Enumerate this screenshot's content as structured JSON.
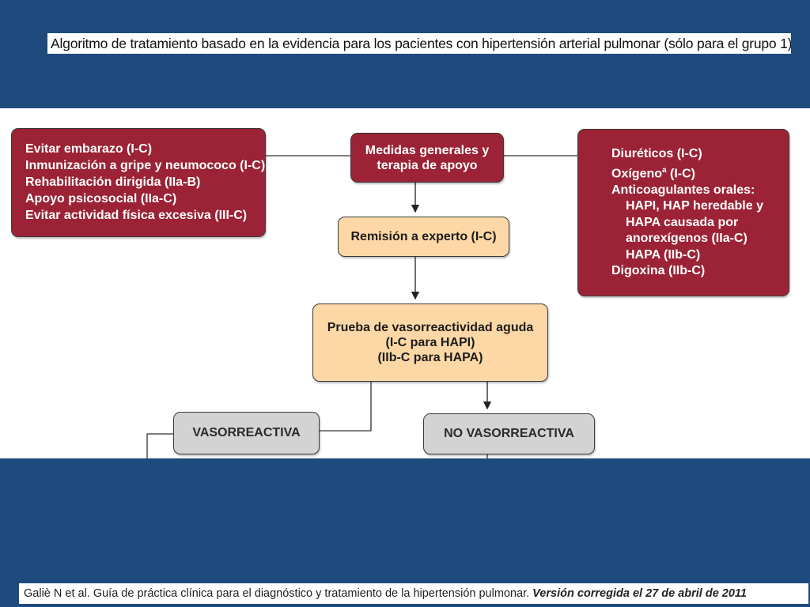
{
  "title": "Algoritmo de tratamiento basado en la evidencia para los pacientes con hipertensión arterial pulmonar (sólo para el grupo 1).",
  "diagram": {
    "general_measures": {
      "lines": [
        "Medidas generales y",
        "terapia de apoyo"
      ]
    },
    "left_recommendations": [
      "Evitar embarazo (I-C)",
      "Inmunización a gripe y neumococo (I-C)",
      "Rehabilitación dirigida (IIa-B)",
      "Apoyo psicosocial (IIa-C)",
      "Evitar actividad física excesiva (III-C)"
    ],
    "right_recommendations": [
      {
        "text": "Diuréticos (I-C)"
      },
      {
        "text": "Oxígeno",
        "sup": "a",
        "after": " (I-C)"
      },
      {
        "text": "Anticoagulantes orales:"
      },
      {
        "text": "HAPI, HAP heredable y",
        "indent": true
      },
      {
        "text": "HAPA causada por",
        "indent": true
      },
      {
        "text": "anorexígenos (IIa-C)",
        "indent": true
      },
      {
        "text": "HAPA (IIb-C)",
        "indent": true
      },
      {
        "text": "Digoxina (IIb-C)"
      }
    ],
    "referral": "Remisión a experto (I-C)",
    "vasoreactivity_test": {
      "lines": [
        "Prueba de vasorreactividad aguda",
        "(I-C para HAPI)",
        "(IIb-C para HAPA)"
      ]
    },
    "responder": "VASORREACTIVA",
    "non_responder": "NO VASORREACTIVA"
  },
  "footer": {
    "citation": "Galiè N et al. Guía de práctica clínica para el diagnóstico y tratamiento de la hipertensión pulmonar.",
    "version": "Versión corregida el 27 de abril de 2011"
  },
  "colors": {
    "background": "#1f4a7e",
    "red_box": "#9b2335",
    "peach_box": "#fdd8a6",
    "grey_box": "#d3d3d3"
  }
}
